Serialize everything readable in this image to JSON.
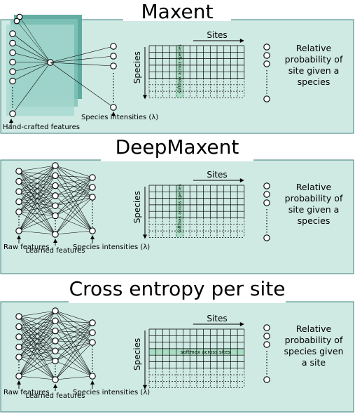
{
  "panels": [
    {
      "title": "Maxent",
      "input_label": "Hand-crafted features",
      "hidden_label": "",
      "output_label": "Species intensities (λ)",
      "sites_label": "Sites",
      "species_label": "Species",
      "softmax_label": "softmax across species",
      "result_label": [
        "Relative",
        "probability of",
        "site given a",
        "species"
      ]
    },
    {
      "title": "DeepMaxent",
      "input_label": "Raw features",
      "hidden_label": "Learned features",
      "output_label": "Species intensities (λ)",
      "sites_label": "Sites",
      "species_label": "Species",
      "softmax_label": "softmax across species",
      "result_label": [
        "Relative",
        "probability of",
        "site given a",
        "species"
      ]
    },
    {
      "title": "Cross entropy per site",
      "input_label": "Raw features",
      "hidden_label": "Learned features",
      "output_label": "Species intensities (λ)",
      "sites_label": "Sites",
      "species_label": "Species",
      "softmax_label": "softmax across sites",
      "result_label": [
        "Relative",
        "probability of",
        "species given",
        "a site"
      ]
    }
  ],
  "colors": {
    "panel_fill": "#cfe9e3",
    "panel_border": "#3b7f7c",
    "layer_dark": "#5aa89e",
    "layer_mid": "#80c2b8",
    "layer_light": "#a6d8cf",
    "softmax_fill": "#a8dcc3",
    "line": "#000000"
  }
}
